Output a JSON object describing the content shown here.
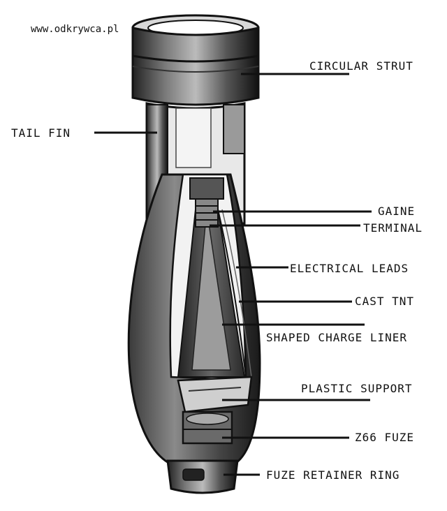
{
  "watermark": "www.odkrywca.pl",
  "labels": {
    "circular_strut": "CIRCULAR STRUT",
    "tail_fin": "TAIL FIN",
    "gaine": "GAINE",
    "terminal": "TERMINAL",
    "electrical_leads": "ELECTRICAL LEADS",
    "cast_tnt": "CAST TNT",
    "shaped_charge_liner": "SHAPED CHARGE LINER",
    "plastic_support": "PLASTIC SUPPORT",
    "z66_fuze": "Z66 FUZE",
    "fuze_retainer_ring": "FUZE RETAINER RING"
  }
}
